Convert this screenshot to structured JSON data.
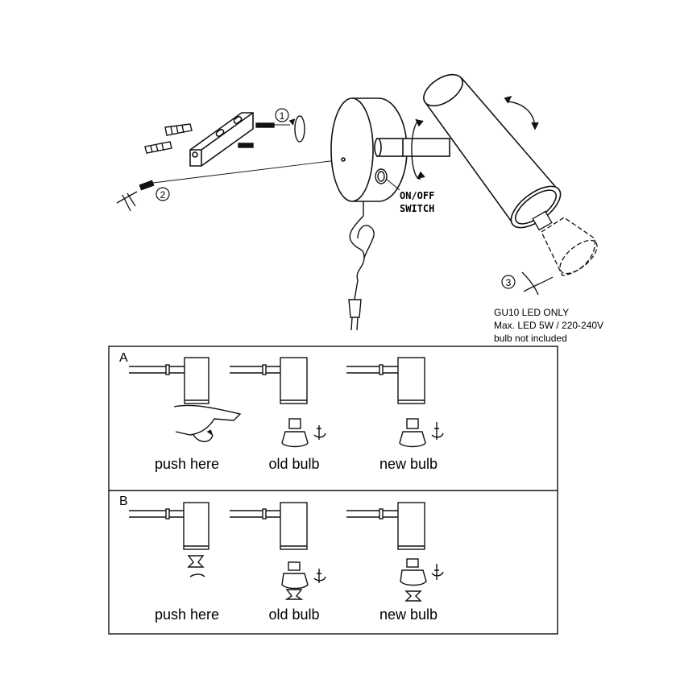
{
  "mounting": {
    "step_1": "1",
    "step_2": "2",
    "step_3": "3",
    "switch_line1": "ON/OFF",
    "switch_line2": "SWITCH"
  },
  "bulb_note": {
    "line1": "GU10 LED ONLY",
    "line2": "Max. LED 5W / 220-240V",
    "line3": "bulb not included"
  },
  "panel_a": {
    "letter": "A",
    "captions": [
      "push here",
      "old bulb",
      "new bulb"
    ]
  },
  "panel_b": {
    "letter": "B",
    "captions": [
      "push here",
      "old bulb",
      "new bulb"
    ]
  },
  "colors": {
    "ink": "#111111",
    "paper": "#ffffff"
  }
}
